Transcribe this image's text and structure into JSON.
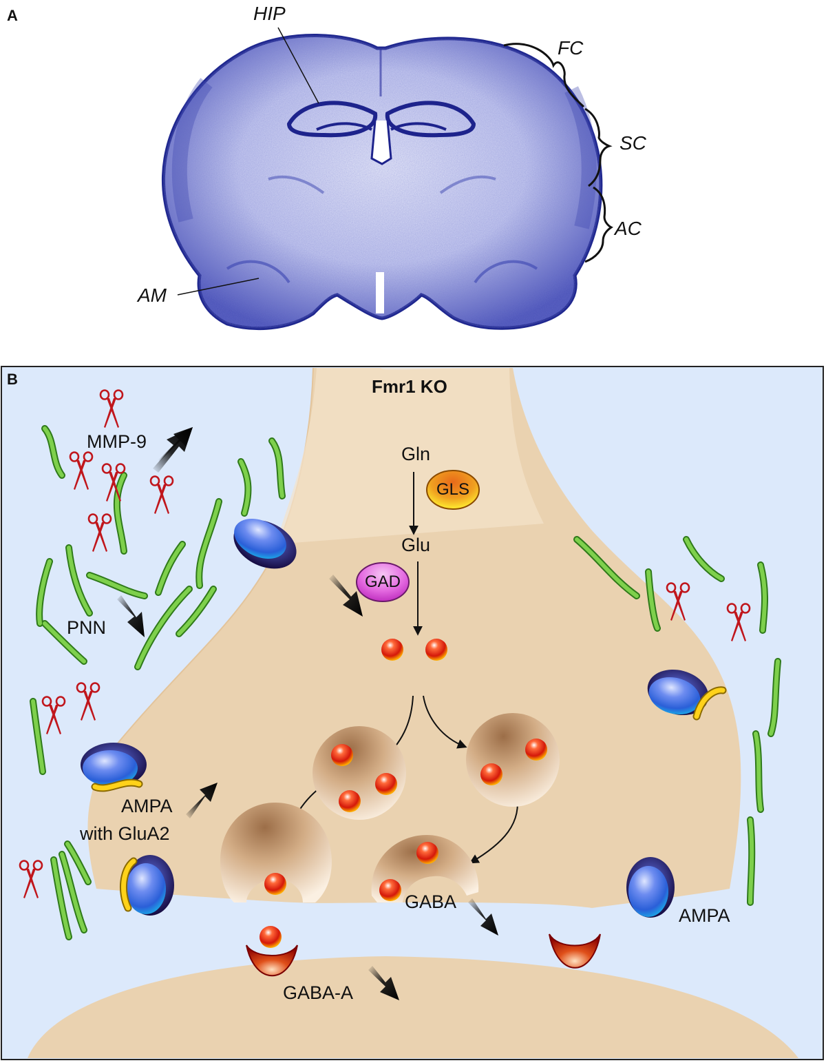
{
  "panel_a": {
    "label": "A",
    "regions": {
      "hip": "HIP",
      "fc": "FC",
      "sc": "SC",
      "ac": "AC",
      "am": "AM"
    }
  },
  "panel_b": {
    "label": "B",
    "title": "Fmr1 KO",
    "pathway": {
      "gln": "Gln",
      "gls": "GLS",
      "glu": "Glu",
      "gad": "GAD"
    },
    "labels": {
      "mmp9": "MMP-9",
      "pnn": "PNN",
      "ampa_glua2_line1": "AMPA",
      "ampa_glua2_line2": "with GluA2",
      "gaba": "GABA",
      "ampa": "AMPA",
      "gaba_a": "GABA-A"
    },
    "trends": {
      "mmp9": "up",
      "pnn": "down",
      "gad": "down",
      "ampa_with_glua2": "up",
      "gaba": "down",
      "gaba_a": "down"
    }
  },
  "colors": {
    "extracellular": "#dce9fb",
    "neuron": "#f2dcc0",
    "stain": "#2a2f9e",
    "pnn_fiber": "#6cc24a",
    "scissors": "#c0161c",
    "arrow": "#111111"
  }
}
